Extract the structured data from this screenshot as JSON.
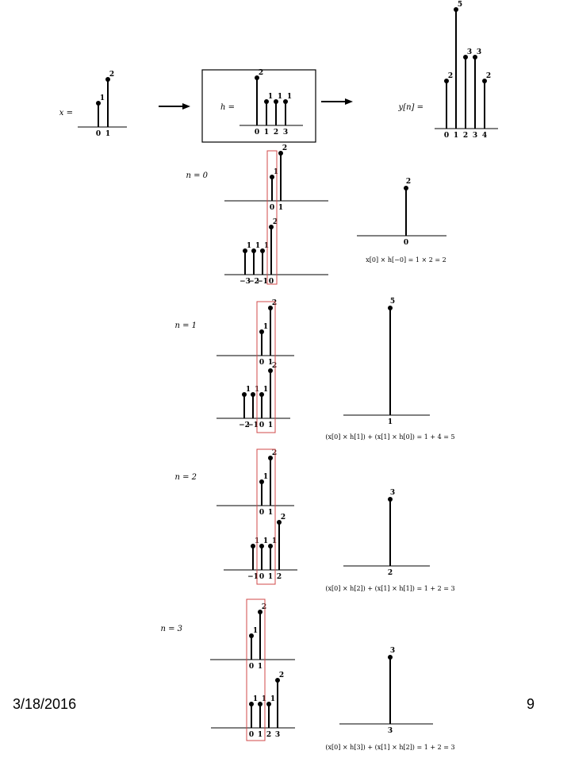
{
  "slide": {
    "date": "3/18/2016",
    "page_number": "9"
  },
  "header": {
    "x_label": "x =",
    "h_label": "h =",
    "y_label": "y[n] =",
    "x_values": [
      1,
      2
    ],
    "x_ticks": [
      "0",
      "1"
    ],
    "h_values": [
      2,
      1,
      1,
      1
    ],
    "h_ticks": [
      "0",
      "1",
      "2",
      "3"
    ],
    "y_values": [
      2,
      5,
      3,
      3,
      2
    ],
    "y_ticks": [
      "0",
      "1",
      "2",
      "3",
      "4"
    ]
  },
  "steps": [
    {
      "n_label": "n = 0",
      "x_values": [
        1,
        2
      ],
      "x_ticks": [
        "0",
        "1"
      ],
      "hflip_values": [
        1,
        1,
        1,
        2
      ],
      "hflip_ticks": [
        "−3",
        "−2",
        "−1",
        "0"
      ],
      "result_value": 2,
      "result_tick": "0",
      "formula": "x[0] × h[−0] = 1 × 2 = 2"
    },
    {
      "n_label": "n = 1",
      "x_values": [
        1,
        2
      ],
      "x_ticks": [
        "0",
        "1"
      ],
      "hflip_values": [
        1,
        1,
        1,
        2
      ],
      "hflip_ticks": [
        "−2",
        "−1",
        "0",
        "1"
      ],
      "result_value": 5,
      "result_tick": "1",
      "formula": "(x[0] × h[1]) + (x[1] × h[0]) = 1 + 4 = 5"
    },
    {
      "n_label": "n = 2",
      "x_values": [
        1,
        2
      ],
      "x_ticks": [
        "0",
        "1"
      ],
      "hflip_values": [
        1,
        1,
        1,
        2
      ],
      "hflip_ticks": [
        "−1",
        "0",
        "1",
        "2"
      ],
      "result_value": 3,
      "result_tick": "2",
      "formula": "(x[0] × h[2]) + (x[1] × h[1]) = 1 + 2 = 3"
    },
    {
      "n_label": "n = 3",
      "x_values": [
        1,
        2
      ],
      "x_ticks": [
        "0",
        "1"
      ],
      "hflip_values": [
        1,
        1,
        1,
        2
      ],
      "hflip_ticks": [
        "0",
        "1",
        "2",
        "3"
      ],
      "result_value": 3,
      "result_tick": "3",
      "formula": "(x[0] × h[3]) + (x[1] × h[2]) = 1 + 2 = 3"
    }
  ]
}
